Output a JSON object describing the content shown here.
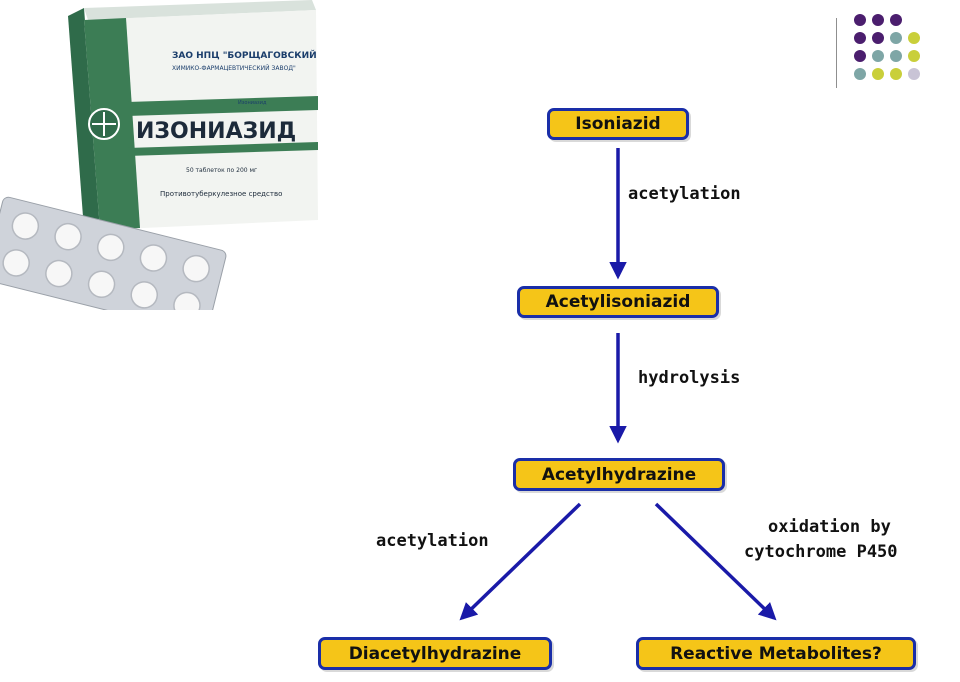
{
  "theme": {
    "dot_colors": [
      "#4b1e6e",
      "#7ea6a6",
      "#c9cf3a",
      "#c9c4d6"
    ],
    "node_fill": "#f5c518",
    "node_border": "#1a2ea8",
    "arrow_color": "#1a1aa8"
  },
  "package": {
    "maker_line1": "ЗАО НПЦ \"БОРЩАГОВСКИЙ",
    "maker_line2": "ХИМИКО-ФАРМАЦЕВТИЧЕСКИЙ ЗАВОД\"",
    "small_label": "Изониазид",
    "brand": "ИЗОНИАЗИД",
    "dose": "50 таблеток по 200 мг",
    "description": "Противотуберкулезное средство"
  },
  "pathway": {
    "nodes": {
      "isoniazid": "Isoniazid",
      "acetylisoniazid": "Acetylisoniazid",
      "acetylhydrazine": "Acetylhydrazine",
      "diacetylhydrazine": "Diacetylhydrazine",
      "reactive_metabolites": "Reactive Metabolites?"
    },
    "edges": {
      "acetylation_1": "acetylation",
      "hydrolysis": "hydrolysis",
      "acetylation_2": "acetylation",
      "oxidation_line1": "oxidation by",
      "oxidation_line2": "cytochrome P450"
    }
  }
}
